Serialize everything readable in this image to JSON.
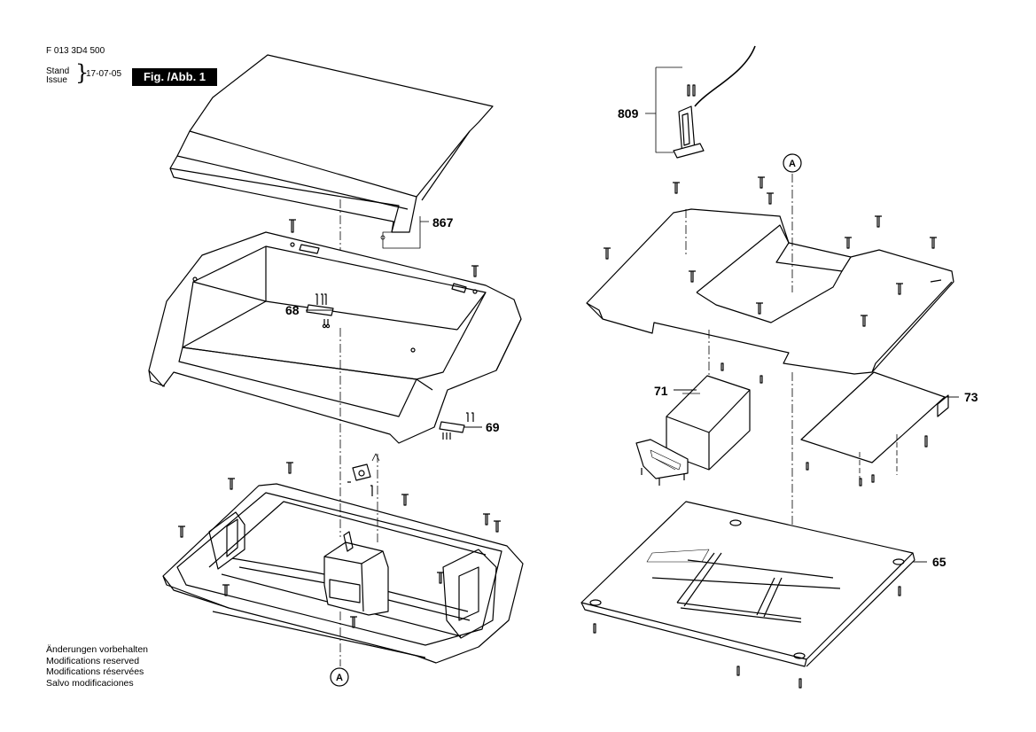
{
  "header": {
    "doc_number": "F 013 3D4 500",
    "stand_label": "Stand",
    "issue_label": "Issue",
    "brace": "}",
    "date": "17-07-05",
    "figure_label": "Fig. /Abb. 1"
  },
  "part_labels": {
    "p867": "867",
    "p68": "68",
    "p69": "69",
    "p809": "809",
    "p71": "71",
    "p73": "73",
    "p65": "65"
  },
  "callouts": {
    "top": "A",
    "bottom": "A"
  },
  "footnotes": [
    "Änderungen vorbehalten",
    "Modifications reserved",
    "Modifications réservées",
    "Salvo modificaciones"
  ]
}
